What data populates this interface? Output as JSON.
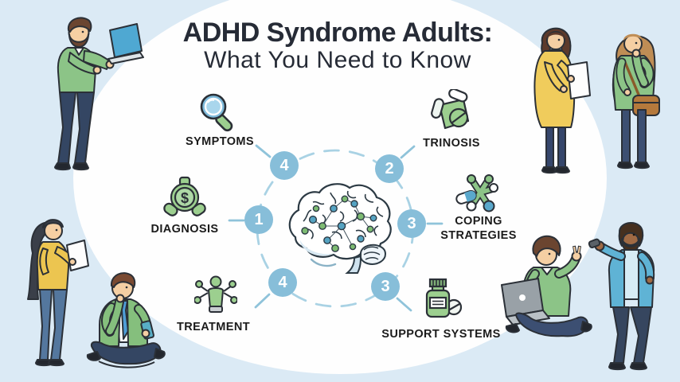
{
  "title": {
    "line1": "ADHD Syndrome Adults:",
    "line2": "What You Need to Know"
  },
  "diagram": {
    "center_icon": "brain-network-icon",
    "ring_style": "dashed-circle",
    "nodes": [
      {
        "id": "symptoms",
        "label": "SYMPTOMS",
        "number": "4",
        "icon": "magnifying-glass-icon",
        "position": "top-left"
      },
      {
        "id": "trinosis",
        "label": "TRINOSIS",
        "number": "2",
        "icon": "pills-icon",
        "position": "top-right"
      },
      {
        "id": "diagnosis",
        "label": "DIAGNOSIS",
        "number": "1",
        "icon": "dollar-gauge-icon",
        "position": "left"
      },
      {
        "id": "coping-strategies",
        "label": "COPING STRATEGIES",
        "number": "3",
        "icon": "molecule-capsule-icon",
        "position": "right"
      },
      {
        "id": "treatment",
        "label": "TREATMENT",
        "number": "4",
        "icon": "human-figure-icon",
        "position": "bottom-left"
      },
      {
        "id": "support-systems",
        "label": "SUPPORT SYSTEMS",
        "number": "3",
        "icon": "pill-bottle-icon",
        "position": "bottom-right"
      }
    ]
  },
  "illustrations": [
    {
      "name": "man-standing-with-laptop",
      "position": "top-left"
    },
    {
      "name": "two-women-talking",
      "position": "top-right"
    },
    {
      "name": "woman-with-tablet-and-seated-man-with-phone",
      "position": "bottom-left"
    },
    {
      "name": "seated-man-with-laptop-and-standing-man",
      "position": "bottom-right"
    }
  ],
  "colors": {
    "background": "#dbeaf5",
    "panel": "#fefefe",
    "badge_blue": "#87bed9",
    "ring_blue": "#a9d2e4",
    "green": "#8cc487",
    "icon_green": "#9ccf8f",
    "yellow": "#eecb59",
    "navy": "#344663",
    "denim": "#54779e",
    "sky_blue": "#5fb3d5",
    "title_text": "#262b36",
    "label_text": "#1b1b1b"
  }
}
